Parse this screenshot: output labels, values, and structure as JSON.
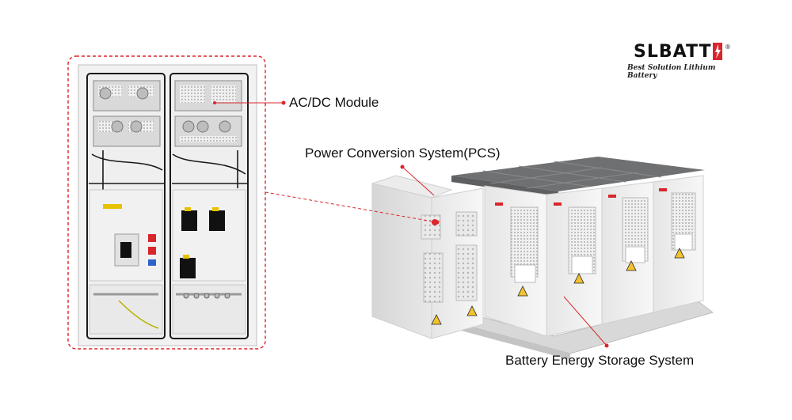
{
  "labels": {
    "acdc": "AC/DC Module",
    "pcs": "Power Conversion System(PCS)",
    "bess": "Battery Energy Storage System"
  },
  "logo": {
    "wordmark": "SLBATT",
    "reg_mark": "®",
    "tagline": "Best Solution Lithium Battery"
  },
  "colors": {
    "callout": "#d9262c",
    "cabinet": "#eeeeee",
    "roof": "#6f7072",
    "panel": "#f4f4f4"
  },
  "icons": [
    "lightning-icon",
    "warning-triangle-icon"
  ]
}
